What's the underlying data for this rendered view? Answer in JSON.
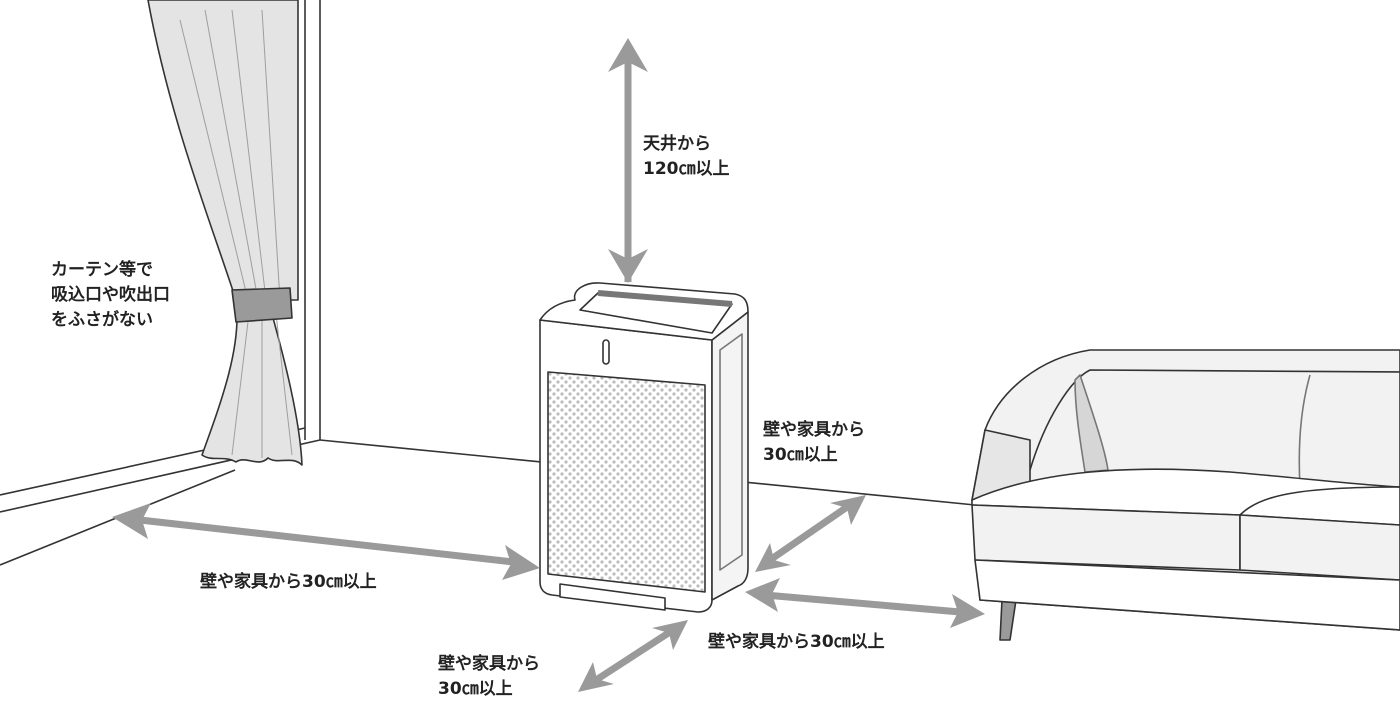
{
  "labels": {
    "ceiling": [
      "天井から",
      "120㎝以上"
    ],
    "curtain": [
      "カーテン等で",
      "吸込口や吹出口",
      "をふさがない"
    ],
    "right_wall": [
      "壁や家具から",
      "30㎝以上"
    ],
    "left_floor": "壁や家具から30㎝以上",
    "sofa_side": "壁や家具から30㎝以上",
    "front": [
      "壁や家具から",
      "30㎝以上"
    ]
  },
  "colors": {
    "arrow": "#9a9a9a",
    "line": "#333333",
    "curtain_fill": "#e4e4e4",
    "sofa_fill": "#f2f2f2",
    "grille": "#c8c8c8"
  }
}
